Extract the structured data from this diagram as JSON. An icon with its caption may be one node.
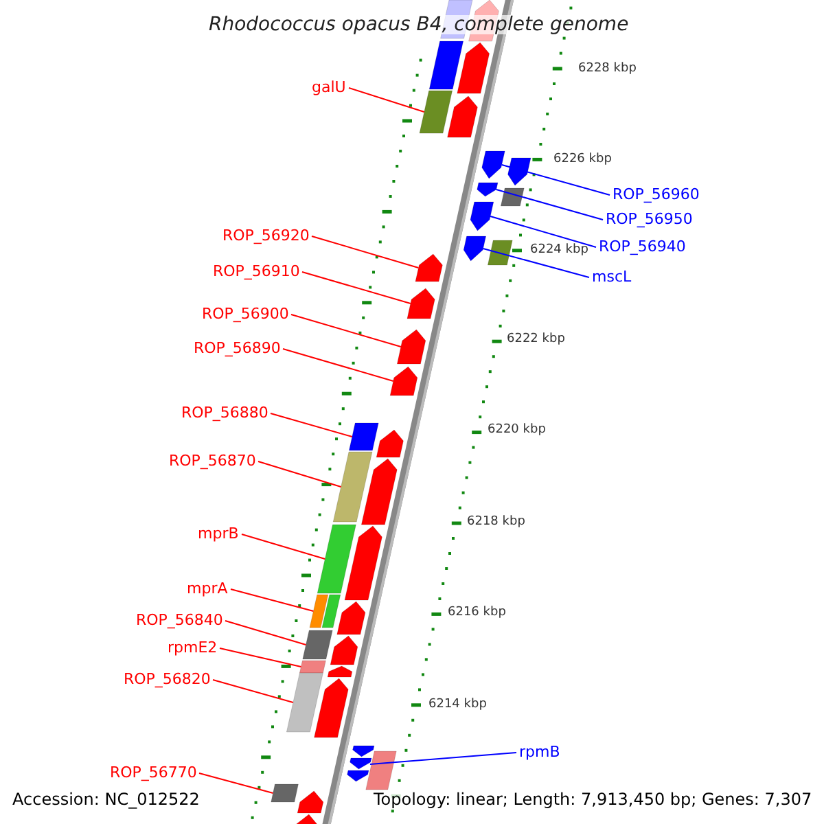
{
  "diagram": {
    "title": "Rhodococcus opacus B4, complete genome",
    "nodes": [
      {
        "text": [
          "galU"
        ]
      },
      {
        "text": [
          "ROP_56960"
        ]
      },
      {
        "text": [
          "ROP_56950"
        ]
      },
      {
        "text": [
          "ROP_56940"
        ]
      },
      {
        "text": [
          "ROP_56920"
        ]
      },
      {
        "text": [
          "mscL"
        ]
      },
      {
        "text": [
          "ROP_56910"
        ]
      },
      {
        "text": [
          "ROP_56900"
        ]
      },
      {
        "text": [
          "ROP_56890"
        ]
      },
      {
        "text": [
          "ROP_56880"
        ]
      },
      {
        "text": [
          "ROP_56870"
        ]
      },
      {
        "text": [
          "mprB"
        ]
      },
      {
        "text": [
          "mprA"
        ]
      },
      {
        "text": [
          "ROP_56840"
        ]
      },
      {
        "text": [
          "rpmE2"
        ]
      },
      {
        "text": [
          "ROP_56820"
        ]
      },
      {
        "text": [
          "rpmB"
        ]
      },
      {
        "text": [
          "ROP_56770"
        ]
      },
      {
        "text": [],
        "shape": "bar"
      },
      {
        "text": [],
        "shape": "pentagon"
      },
      {
        "text": [],
        "shape": "pentagon"
      },
      {
        "text": [],
        "shape": "pentagon"
      },
      {
        "text": [],
        "shape": "pentagon"
      },
      {
        "text": [],
        "shape": "pentagon"
      },
      {
        "text": [],
        "shape": "pentagon"
      },
      {
        "text": [],
        "shape": "pentagon"
      },
      {
        "text": [],
        "shape": "pentagon"
      },
      {
        "text": [],
        "shape": "bar"
      },
      {
        "text": [],
        "shape": "bar"
      },
      {
        "text": [],
        "shape": "bar"
      },
      {
        "text": [],
        "shape": "bar"
      },
      {
        "text": [],
        "shape": "bar"
      },
      {
        "text": [],
        "shape": "bar"
      },
      {
        "text": [],
        "shape": "bar"
      },
      {
        "text": [],
        "shape": "chevron"
      },
      {
        "text": [],
        "shape": "bar"
      },
      {
        "text": [],
        "shape": "pentagon"
      },
      {
        "text": [],
        "shape": "bar"
      },
      {
        "text": [],
        "shape": "pentagon"
      },
      {
        "text": [],
        "shape": "bar"
      },
      {
        "text": [],
        "shape": "pentagon"
      },
      {
        "text": [],
        "shape": "pentagon"
      },
      {
        "text": [],
        "shape": "bar"
      },
      {
        "text": [],
        "shape": "bar"
      },
      {
        "text": [],
        "shape": "pentagon"
      },
      {
        "text": [],
        "shape": "pentagon"
      },
      {
        "text": [],
        "shape": "pentagon"
      },
      {
        "text": [],
        "shape": "bar"
      },
      {
        "text": [],
        "shape": "pentagon"
      },
      {
        "text": [],
        "shape": "pentagon"
      },
      {
        "text": [],
        "shape": "pentagon"
      },
      {
        "text": [],
        "shape": "pentagon"
      },
      {
        "text": [],
        "shape": "bar"
      },
      {
        "text": [],
        "shape": "pentagon"
      },
      {
        "text": [],
        "shape": "pentagon"
      }
    ],
    "edges": [
      {
        "from": 0,
        "to": 18,
        "arrow": "none"
      },
      {
        "from": 1,
        "to": 19,
        "arrow": "none",
        "color": "#0000ff"
      },
      {
        "from": 2,
        "to": 20,
        "arrow": "none",
        "color": "#0000ff"
      },
      {
        "from": 3,
        "to": 21,
        "arrow": "none",
        "color": "#0000ff"
      },
      {
        "from": 4,
        "to": 22,
        "arrow": "none"
      },
      {
        "from": 5,
        "to": 23,
        "arrow": "none",
        "color": "#0000ff"
      },
      {
        "from": 6,
        "to": 24,
        "arrow": "none"
      },
      {
        "from": 7,
        "to": 25,
        "arrow": "none"
      },
      {
        "from": 8,
        "to": 26,
        "arrow": "none"
      },
      {
        "from": 9,
        "to": 27,
        "arrow": "none"
      },
      {
        "from": 10,
        "to": 28,
        "arrow": "none"
      },
      {
        "from": 11,
        "to": 29,
        "arrow": "none"
      },
      {
        "from": 12,
        "to": 30,
        "arrow": "none"
      },
      {
        "from": 13,
        "to": 31,
        "arrow": "none"
      },
      {
        "from": 14,
        "to": 32,
        "arrow": "none"
      },
      {
        "from": 15,
        "to": 33,
        "arrow": "none"
      },
      {
        "from": 16,
        "to": 34,
        "arrow": "none",
        "color": "#0000ff"
      },
      {
        "from": 17,
        "to": 35,
        "arrow": "none"
      }
    ],
    "labels": [
      "6228 kbp",
      "6226 kbp",
      "6224 kbp",
      "6222 kbp",
      "6220 kbp",
      "6218 kbp",
      "6216 kbp",
      "6214 kbp",
      "Accession: NC_012522",
      "Topology: linear; Length: 7,913,450 bp; Genes: 7,307"
    ]
  }
}
